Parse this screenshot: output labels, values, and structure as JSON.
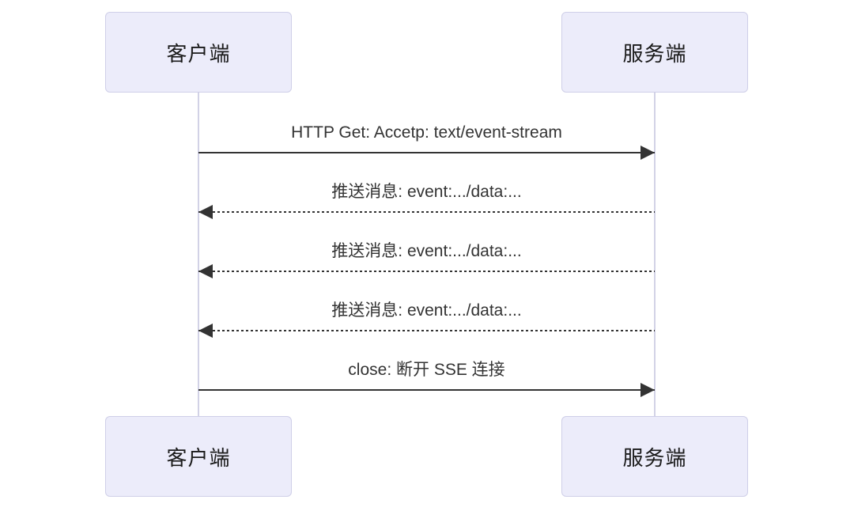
{
  "diagram": {
    "type": "sequence-diagram",
    "actors": [
      {
        "id": "client",
        "name": "客户端"
      },
      {
        "id": "server",
        "name": "服务端"
      }
    ],
    "messages": [
      {
        "label": "HTTP Get: Accetp: text/event-stream",
        "from": "客户端",
        "to": "服务端",
        "line_style": "solid",
        "direction": "right"
      },
      {
        "label": "推送消息: event:.../data:...",
        "from": "服务端",
        "to": "客户端",
        "line_style": "dashed",
        "direction": "left"
      },
      {
        "label": "推送消息: event:.../data:...",
        "from": "服务端",
        "to": "客户端",
        "line_style": "dashed",
        "direction": "left"
      },
      {
        "label": "推送消息: event:.../data:...",
        "from": "服务端",
        "to": "客户端",
        "line_style": "dashed",
        "direction": "left"
      },
      {
        "label": "close: 断开 SSE 连接",
        "from": "客户端",
        "to": "服务端",
        "line_style": "solid",
        "direction": "right"
      }
    ],
    "colors": {
      "actor_fill": "#ECECFA",
      "actor_border": "#CFCFE8",
      "lifeline": "#D2D2E6",
      "message_line": "#333333",
      "message_text": "#333333",
      "background": "#FFFFFF"
    }
  }
}
